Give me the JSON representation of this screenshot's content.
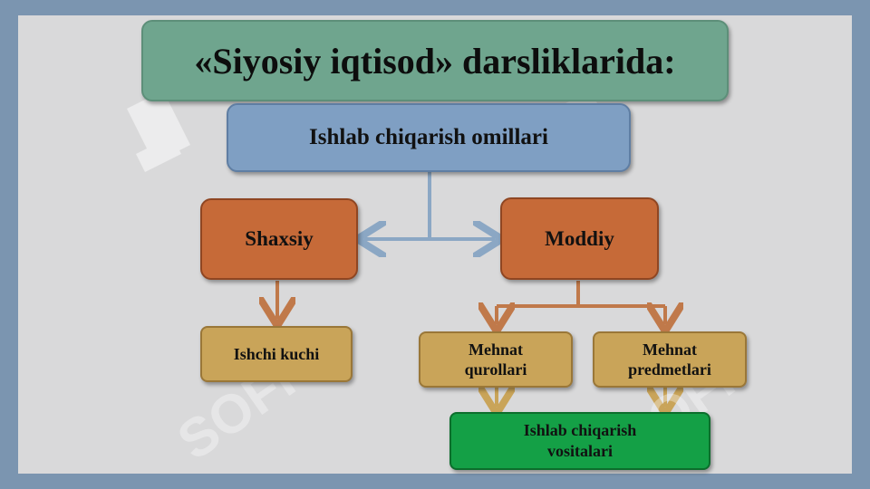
{
  "title": "«Siyosiy iqtisod» darsliklarida:",
  "root": "Ishlab chiqarish omillari",
  "personal": "Shaxsiy",
  "material": "Moddiy",
  "labor_power": "Ishchi kuchi",
  "tools_line1": "Mehnat",
  "tools_line2": "qurollari",
  "objects_line1": "Mehnat",
  "objects_line2": "predmetlari",
  "means_line1": "Ishlab chiqarish",
  "means_line2": "vositalari",
  "watermark": "SOFF",
  "colors": {
    "background": "#7b95b0",
    "title_box": "#6fa58e",
    "root_box": "#7f9fc3",
    "category_box": "#c66a38",
    "item_box": "#c9a459",
    "result_box": "#14a046"
  }
}
